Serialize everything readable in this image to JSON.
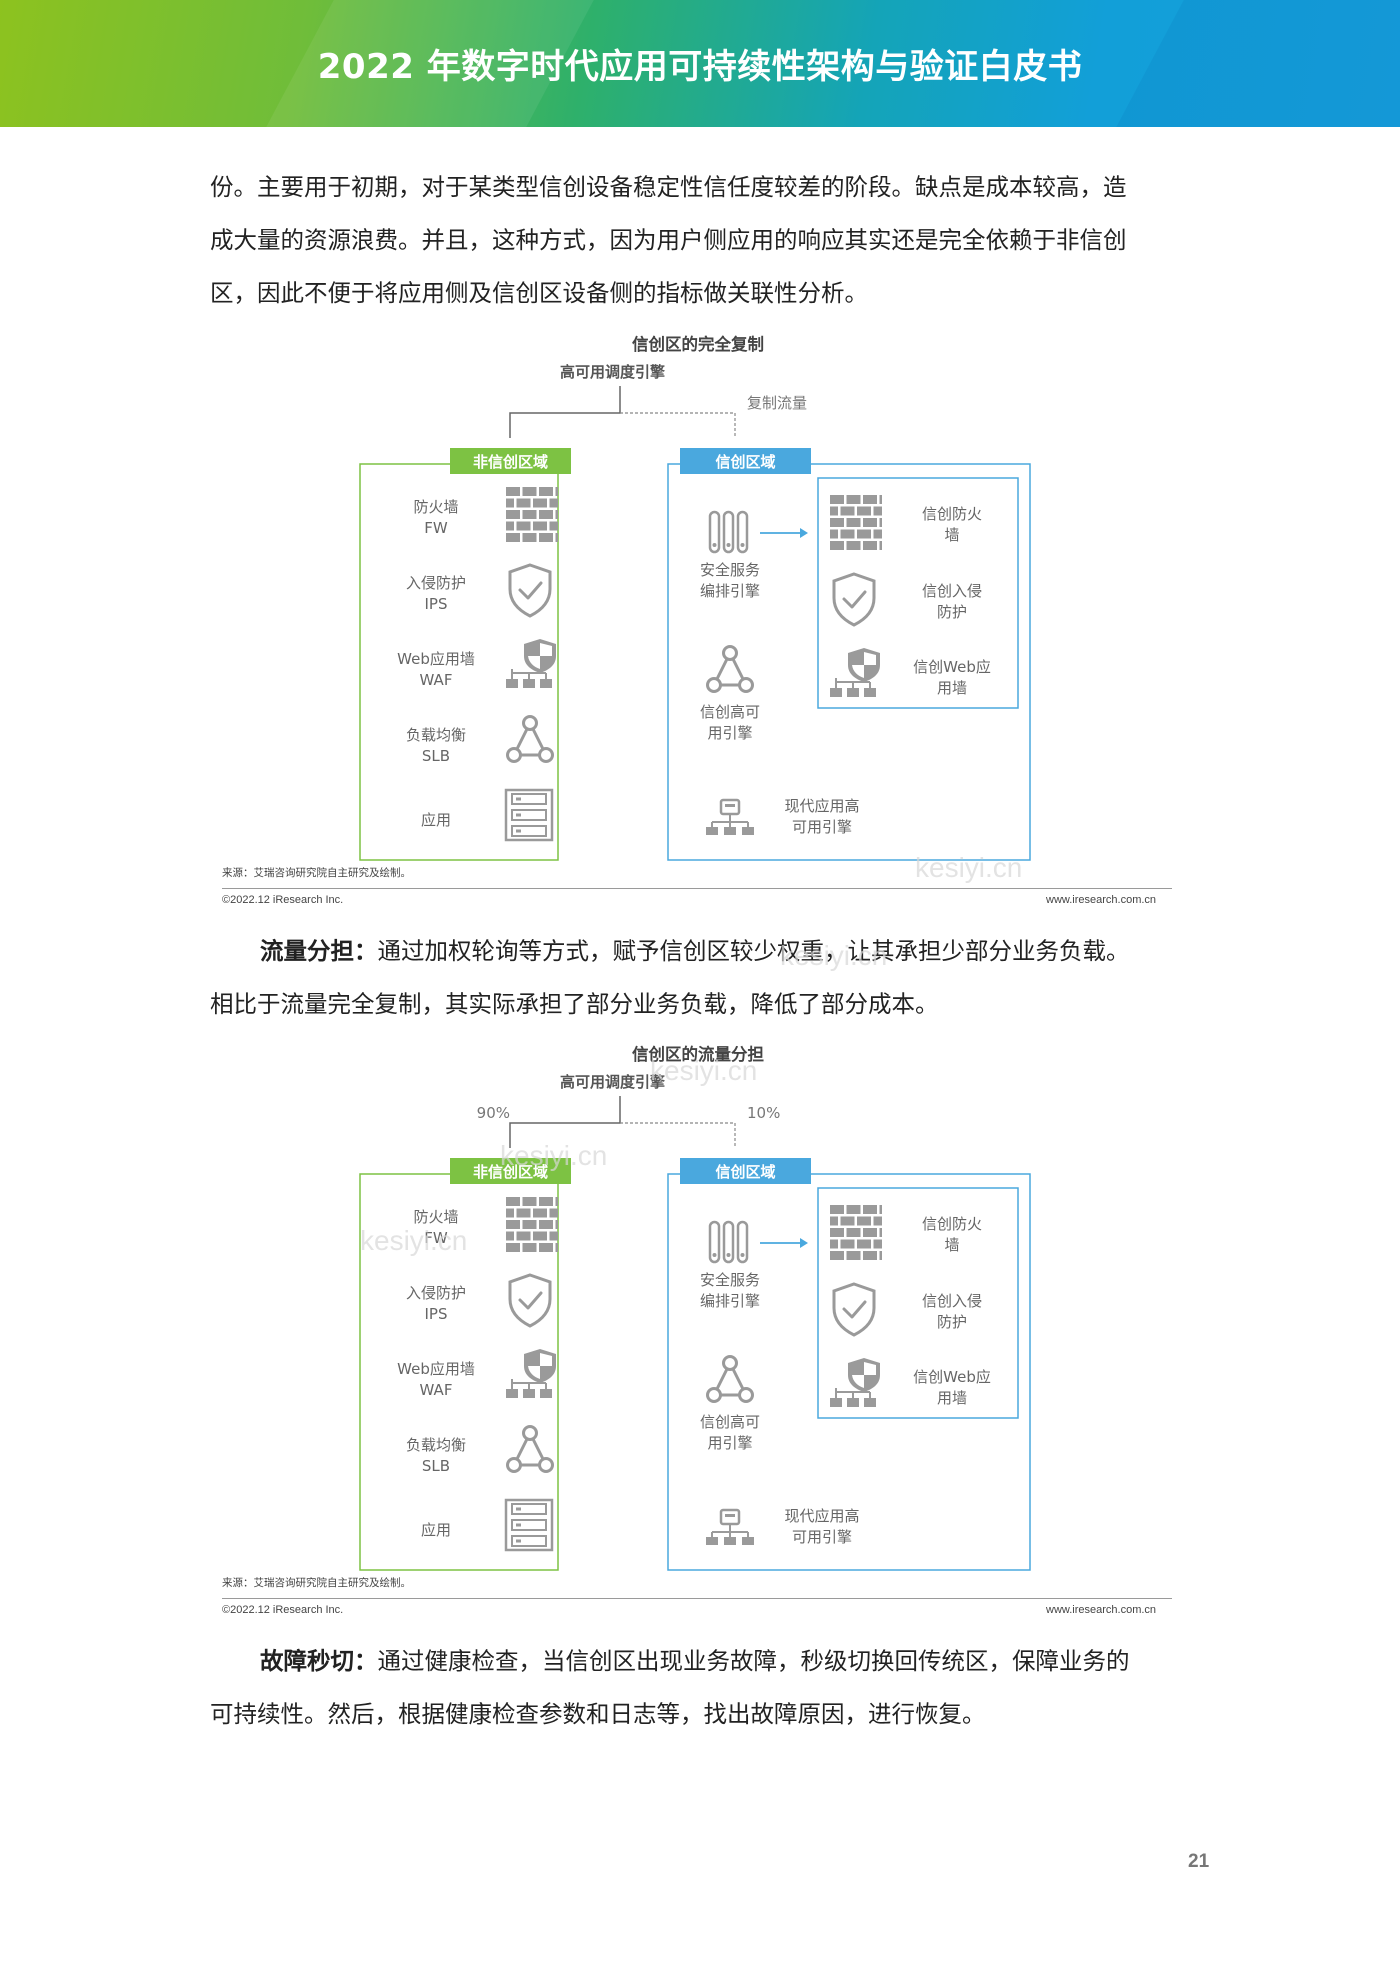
{
  "header": {
    "title": "2022 年数字时代应用可持续性架构与验证白皮书"
  },
  "paragraphs": {
    "p1": [
      "份。主要用于初期，对于某类型信创设备稳定性信任度较差的阶段。缺点是成本较高，造",
      "成大量的资源浪费。并且，这种方式，因为用户侧应用的响应其实还是完全依赖于非信创",
      "区，因此不便于将应用侧及信创区设备侧的指标做关联性分析。"
    ],
    "p2_lead": "流量分担：",
    "p2": [
      "通过加权轮询等方式，赋予信创区较少权重，让其承担少部分业务负载。",
      "相比于流量完全复制，其实际承担了部分业务负载，降低了部分成本。"
    ],
    "p3_lead": "故障秒切：",
    "p3": [
      "通过健康检查，当信创区出现业务故障，秒级切换回传统区，保障业务的",
      "可持续性。然后，根据健康检查参数和日志等，找出故障原因，进行恢复。"
    ]
  },
  "figures": [
    {
      "title": "信创区的完全复制",
      "engine": "高可用调度引擎",
      "left_flow": "",
      "right_flow": "复制流量",
      "left_zone": {
        "label": "非信创区域",
        "items": [
          {
            "label1": "防火墙",
            "label2": "FW",
            "icon": "firewall-icon"
          },
          {
            "label1": "入侵防护",
            "label2": "IPS",
            "icon": "shield-check-icon"
          },
          {
            "label1": "Web应用墙",
            "label2": "WAF",
            "icon": "waf-network-icon"
          },
          {
            "label1": "负载均衡",
            "label2": "SLB",
            "icon": "load-balancer-icon"
          },
          {
            "label1": "应用",
            "label2": "",
            "icon": "server-rack-icon"
          }
        ]
      },
      "right_zone": {
        "label": "信创区域",
        "security_engine": [
          "安全服务",
          "编排引擎"
        ],
        "ha_engine": [
          "信创高可",
          "用引擎"
        ],
        "modern_engine": [
          "现代应用高",
          "可用引擎"
        ],
        "devices": [
          {
            "label1": "信创防火",
            "label2": "墙",
            "icon": "firewall-icon"
          },
          {
            "label1": "信创入侵",
            "label2": "防护",
            "icon": "shield-check-icon"
          },
          {
            "label1": "信创Web应",
            "label2": "用墙",
            "icon": "waf-network-icon"
          }
        ]
      },
      "source": "来源：艾瑞咨询研究院自主研究及绘制。",
      "copyright": "©2022.12 iResearch Inc.",
      "url": "www.iresearch.com.cn"
    },
    {
      "title": "信创区的流量分担",
      "engine": "高可用调度引擎",
      "left_flow": "90%",
      "right_flow": "10%",
      "left_zone": {
        "label": "非信创区域",
        "items": [
          {
            "label1": "防火墙",
            "label2": "FW",
            "icon": "firewall-icon"
          },
          {
            "label1": "入侵防护",
            "label2": "IPS",
            "icon": "shield-check-icon"
          },
          {
            "label1": "Web应用墙",
            "label2": "WAF",
            "icon": "waf-network-icon"
          },
          {
            "label1": "负载均衡",
            "label2": "SLB",
            "icon": "load-balancer-icon"
          },
          {
            "label1": "应用",
            "label2": "",
            "icon": "server-rack-icon"
          }
        ]
      },
      "right_zone": {
        "label": "信创区域",
        "security_engine": [
          "安全服务",
          "编排引擎"
        ],
        "ha_engine": [
          "信创高可",
          "用引擎"
        ],
        "modern_engine": [
          "现代应用高",
          "可用引擎"
        ],
        "devices": [
          {
            "label1": "信创防火",
            "label2": "墙",
            "icon": "firewall-icon"
          },
          {
            "label1": "信创入侵",
            "label2": "防护",
            "icon": "shield-check-icon"
          },
          {
            "label1": "信创Web应",
            "label2": "用墙",
            "icon": "waf-network-icon"
          }
        ]
      },
      "source": "来源：艾瑞咨询研究院自主研究及绘制。",
      "copyright": "©2022.12 iResearch Inc.",
      "url": "www.iresearch.com.cn"
    }
  ],
  "watermark": "kesiyi.cn",
  "page_number": "21",
  "colors": {
    "green": "#7dc243",
    "blue": "#4aa8de",
    "icon_gray": "#9a9a9a"
  }
}
